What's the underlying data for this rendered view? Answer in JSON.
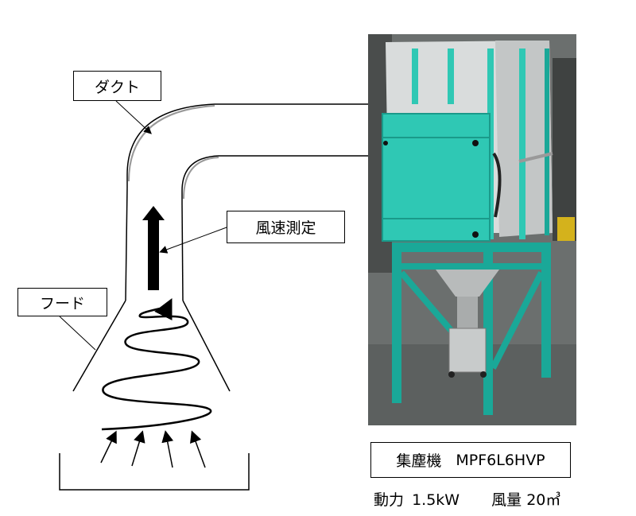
{
  "labels": {
    "duct": "ダクト",
    "air_speed_measurement": "風速測定",
    "hood": "フード"
  },
  "machine": {
    "name": "集塵機",
    "model": "MPF6L6HVP",
    "power_label": "動力",
    "power_value": "1.5kW",
    "airflow_label": "風量",
    "airflow_value": "20㎥"
  },
  "colors": {
    "machine_body": "#2fc8b4",
    "frame": "#1aa898",
    "line": "#000000"
  },
  "icons": [
    "arrow-up-icon",
    "spiral-airflow-icon",
    "intake-arrow-icon"
  ]
}
